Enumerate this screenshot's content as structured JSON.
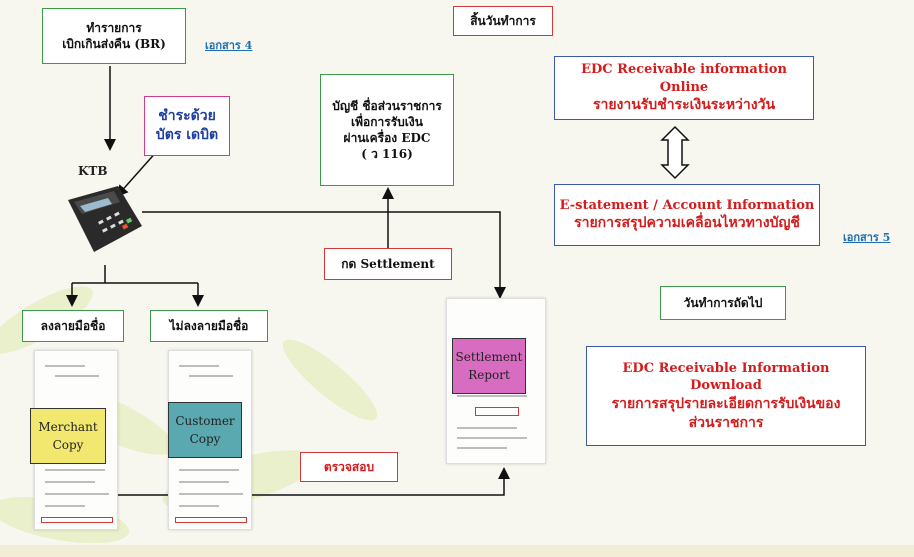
{
  "doc_ref_4": "เอกสาร 4",
  "doc_ref_5": "เอกสาร 5",
  "disbursement_box": [
    "ทำรายการ",
    "เบิกเกินส่งคืน (BR)"
  ],
  "pay_debit_box": [
    "ชำระด้วย",
    "บัตร เดบิต"
  ],
  "ktb_label": "KTB",
  "account_box": [
    "บัญชี ชื่อส่วนราชการ",
    "เพื่อการรับเงิน",
    "ผ่านเครื่อง EDC",
    "( ว 116)"
  ],
  "press_settlement": "กด Settlement",
  "end_of_day": "สิ้นวันทำการ",
  "edc_online_box": [
    "EDC Receivable information Online",
    "รายงานรับชำระเงินระหว่างวัน"
  ],
  "estatement_box": [
    "E-statement / Account Information",
    "รายการสรุปความเคลื่อนไหวทางบัญชี"
  ],
  "next_day": "วันทำการถัดไป",
  "edc_download_box": [
    "EDC Receivable Information Download",
    "รายการสรุปรายละเอียดการรับเงินของ",
    "ส่วนราชการ"
  ],
  "signed": "ลงลายมือชื่อ",
  "unsigned": "ไม่ลงลายมือชื่อ",
  "merchant_copy": [
    "Merchant",
    "Copy"
  ],
  "customer_copy": [
    "Customer",
    "Copy"
  ],
  "settlement_report": [
    "Settlement",
    "Report"
  ],
  "verify": "ตรวจสอบ",
  "colors": {
    "green_border": "#3a9a4a",
    "red_border": "#d03a3a",
    "blue_border": "#3a5aa8",
    "pink_border": "#d03a8a",
    "merchant_fill": "#f2e870",
    "customer_fill": "#5aa8b0",
    "settlement_fill": "#d86cc0"
  }
}
